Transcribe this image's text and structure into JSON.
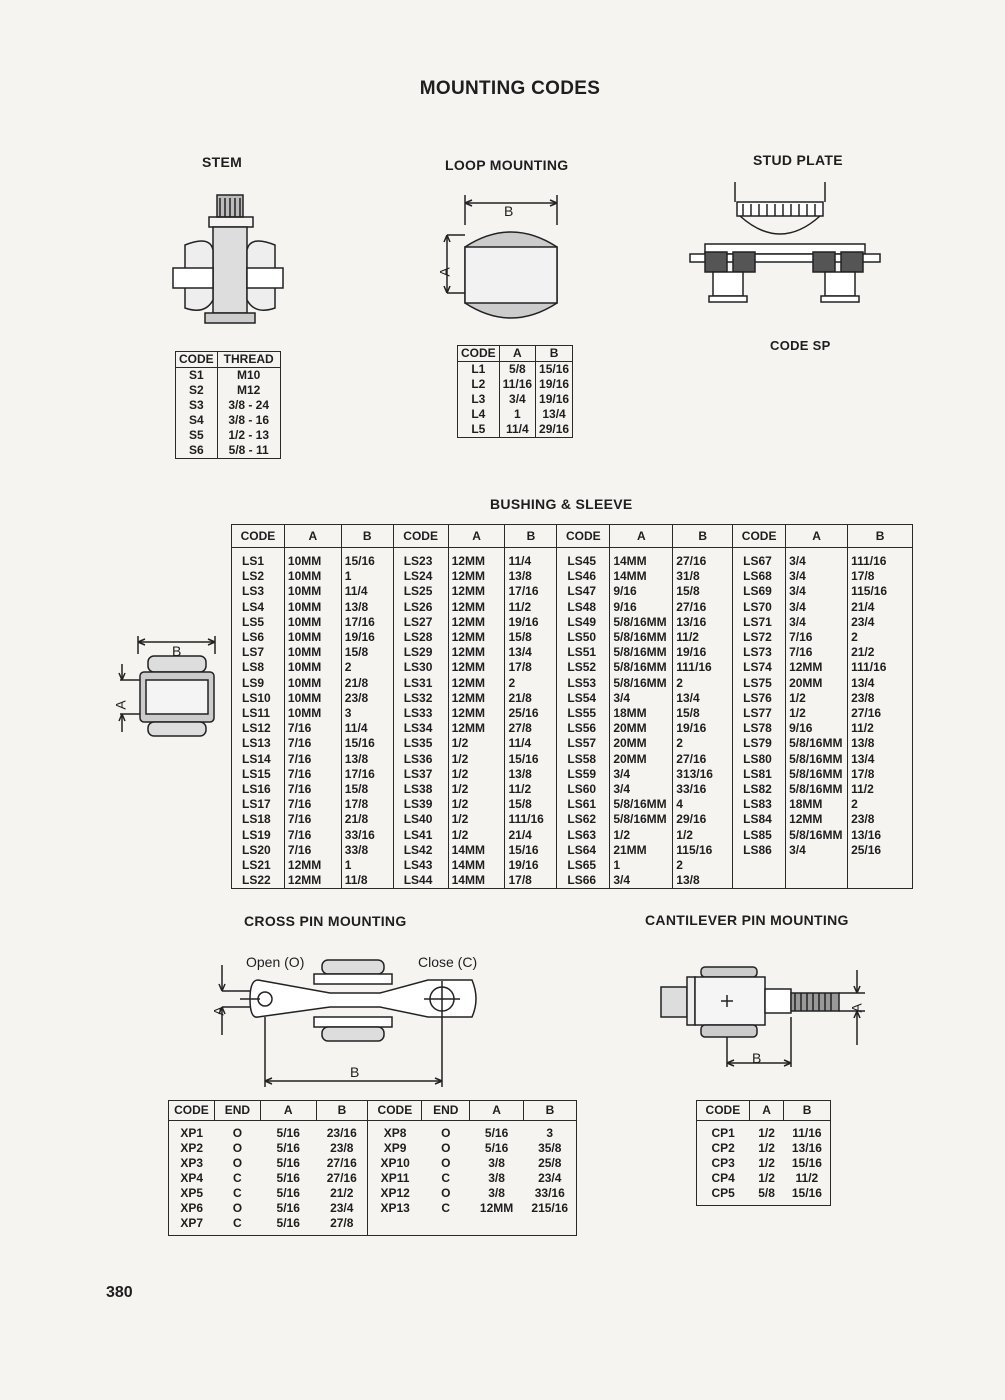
{
  "page_title": "MOUNTING CODES",
  "page_number": "380",
  "stem": {
    "title": "STEM",
    "headers": [
      "CODE",
      "THREAD"
    ],
    "rows": [
      [
        "S1",
        "M10"
      ],
      [
        "S2",
        "M12"
      ],
      [
        "S3",
        "3/8 - 24"
      ],
      [
        "S4",
        "3/8 - 16"
      ],
      [
        "S5",
        "1/2 - 13"
      ],
      [
        "S6",
        "5/8 - 11"
      ]
    ]
  },
  "loop": {
    "title": "LOOP MOUNTING",
    "dim_a": "A",
    "dim_b": "B",
    "headers": [
      "CODE",
      "A",
      "B"
    ],
    "rows": [
      [
        "L1",
        "5/8",
        "15/16"
      ],
      [
        "L2",
        "11/16",
        "19/16"
      ],
      [
        "L3",
        "3/4",
        "19/16"
      ],
      [
        "L4",
        "1",
        "13/4"
      ],
      [
        "L5",
        "11/4",
        "29/16"
      ]
    ]
  },
  "stud": {
    "title": "STUD PLATE",
    "code": "CODE SP"
  },
  "bushing": {
    "title": "BUSHING & SLEEVE",
    "dim_a": "A",
    "dim_b": "B",
    "headers": [
      "CODE",
      "A",
      "B",
      "CODE",
      "A",
      "B",
      "CODE",
      "A",
      "B",
      "CODE",
      "A",
      "B"
    ],
    "rows": [
      [
        "LS1",
        "10MM",
        "15/16",
        "LS23",
        "12MM",
        "11/4",
        "LS45",
        "14MM",
        "27/16",
        "LS67",
        "3/4",
        "111/16"
      ],
      [
        "LS2",
        "10MM",
        "1",
        "LS24",
        "12MM",
        "13/8",
        "LS46",
        "14MM",
        "31/8",
        "LS68",
        "3/4",
        "17/8"
      ],
      [
        "LS3",
        "10MM",
        "11/4",
        "LS25",
        "12MM",
        "17/16",
        "LS47",
        "9/16",
        "15/8",
        "LS69",
        "3/4",
        "115/16"
      ],
      [
        "LS4",
        "10MM",
        "13/8",
        "LS26",
        "12MM",
        "11/2",
        "LS48",
        "9/16",
        "27/16",
        "LS70",
        "3/4",
        "21/4"
      ],
      [
        "LS5",
        "10MM",
        "17/16",
        "LS27",
        "12MM",
        "19/16",
        "LS49",
        "5/8/16MM",
        "13/16",
        "LS71",
        "3/4",
        "23/4"
      ],
      [
        "LS6",
        "10MM",
        "19/16",
        "LS28",
        "12MM",
        "15/8",
        "LS50",
        "5/8/16MM",
        "11/2",
        "LS72",
        "7/16",
        "2"
      ],
      [
        "LS7",
        "10MM",
        "15/8",
        "LS29",
        "12MM",
        "13/4",
        "LS51",
        "5/8/16MM",
        "19/16",
        "LS73",
        "7/16",
        "21/2"
      ],
      [
        "LS8",
        "10MM",
        "2",
        "LS30",
        "12MM",
        "17/8",
        "LS52",
        "5/8/16MM",
        "111/16",
        "LS74",
        "12MM",
        "111/16"
      ],
      [
        "LS9",
        "10MM",
        "21/8",
        "LS31",
        "12MM",
        "2",
        "LS53",
        "5/8/16MM",
        "2",
        "LS75",
        "20MM",
        "13/4"
      ],
      [
        "LS10",
        "10MM",
        "23/8",
        "LS32",
        "12MM",
        "21/8",
        "LS54",
        "3/4",
        "13/4",
        "LS76",
        "1/2",
        "23/8"
      ],
      [
        "LS11",
        "10MM",
        "3",
        "LS33",
        "12MM",
        "25/16",
        "LS55",
        "18MM",
        "15/8",
        "LS77",
        "1/2",
        "27/16"
      ],
      [
        "LS12",
        "7/16",
        "11/4",
        "LS34",
        "12MM",
        "27/8",
        "LS56",
        "20MM",
        "19/16",
        "LS78",
        "9/16",
        "11/2"
      ],
      [
        "LS13",
        "7/16",
        "15/16",
        "LS35",
        "1/2",
        "11/4",
        "LS57",
        "20MM",
        "2",
        "LS79",
        "5/8/16MM",
        "13/8"
      ],
      [
        "LS14",
        "7/16",
        "13/8",
        "LS36",
        "1/2",
        "15/16",
        "LS58",
        "20MM",
        "27/16",
        "LS80",
        "5/8/16MM",
        "13/4"
      ],
      [
        "LS15",
        "7/16",
        "17/16",
        "LS37",
        "1/2",
        "13/8",
        "LS59",
        "3/4",
        "313/16",
        "LS81",
        "5/8/16MM",
        "17/8"
      ],
      [
        "LS16",
        "7/16",
        "15/8",
        "LS38",
        "1/2",
        "11/2",
        "LS60",
        "3/4",
        "33/16",
        "LS82",
        "5/8/16MM",
        "11/2"
      ],
      [
        "LS17",
        "7/16",
        "17/8",
        "LS39",
        "1/2",
        "15/8",
        "LS61",
        "5/8/16MM",
        "4",
        "LS83",
        "18MM",
        "2"
      ],
      [
        "LS18",
        "7/16",
        "21/8",
        "LS40",
        "1/2",
        "111/16",
        "LS62",
        "5/8/16MM",
        "29/16",
        "LS84",
        "12MM",
        "23/8"
      ],
      [
        "LS19",
        "7/16",
        "33/16",
        "LS41",
        "1/2",
        "21/4",
        "LS63",
        "1/2",
        "1/2",
        "LS85",
        "5/8/16MM",
        "13/16"
      ],
      [
        "LS20",
        "7/16",
        "33/8",
        "LS42",
        "14MM",
        "15/16",
        "LS64",
        "21MM",
        "115/16",
        "LS86",
        "3/4",
        "25/16"
      ],
      [
        "LS21",
        "12MM",
        "1",
        "LS43",
        "14MM",
        "19/16",
        "LS65",
        "1",
        "2",
        "",
        "",
        ""
      ],
      [
        "LS22",
        "12MM",
        "11/8",
        "LS44",
        "14MM",
        "17/8",
        "LS66",
        "3/4",
        "13/8",
        "",
        "",
        ""
      ]
    ]
  },
  "cross_pin": {
    "title": "CROSS PIN MOUNTING",
    "open_label": "Open (O)",
    "close_label": "Close (C)",
    "dim_a": "A",
    "dim_b": "B",
    "headers": [
      "CODE",
      "END",
      "A",
      "B",
      "CODE",
      "END",
      "A",
      "B"
    ],
    "rows": [
      [
        "XP1",
        "O",
        "5/16",
        "23/16",
        "XP8",
        "O",
        "5/16",
        "3"
      ],
      [
        "XP2",
        "O",
        "5/16",
        "23/8",
        "XP9",
        "O",
        "5/16",
        "35/8"
      ],
      [
        "XP3",
        "O",
        "5/16",
        "27/16",
        "XP10",
        "O",
        "3/8",
        "25/8"
      ],
      [
        "XP4",
        "C",
        "5/16",
        "27/16",
        "XP11",
        "C",
        "3/8",
        "23/4"
      ],
      [
        "XP5",
        "C",
        "5/16",
        "21/2",
        "XP12",
        "O",
        "3/8",
        "33/16"
      ],
      [
        "XP6",
        "O",
        "5/16",
        "23/4",
        "XP13",
        "C",
        "12MM",
        "215/16"
      ],
      [
        "XP7",
        "C",
        "5/16",
        "27/8",
        "",
        "",
        "",
        ""
      ]
    ]
  },
  "cantilever": {
    "title": "CANTILEVER PIN MOUNTING",
    "dim_a": "A",
    "dim_b": "B",
    "headers": [
      "CODE",
      "A",
      "B"
    ],
    "rows": [
      [
        "CP1",
        "1/2",
        "11/16"
      ],
      [
        "CP2",
        "1/2",
        "13/16"
      ],
      [
        "CP3",
        "1/2",
        "15/16"
      ],
      [
        "CP4",
        "1/2",
        "11/2"
      ],
      [
        "CP5",
        "5/8",
        "15/16"
      ]
    ]
  }
}
